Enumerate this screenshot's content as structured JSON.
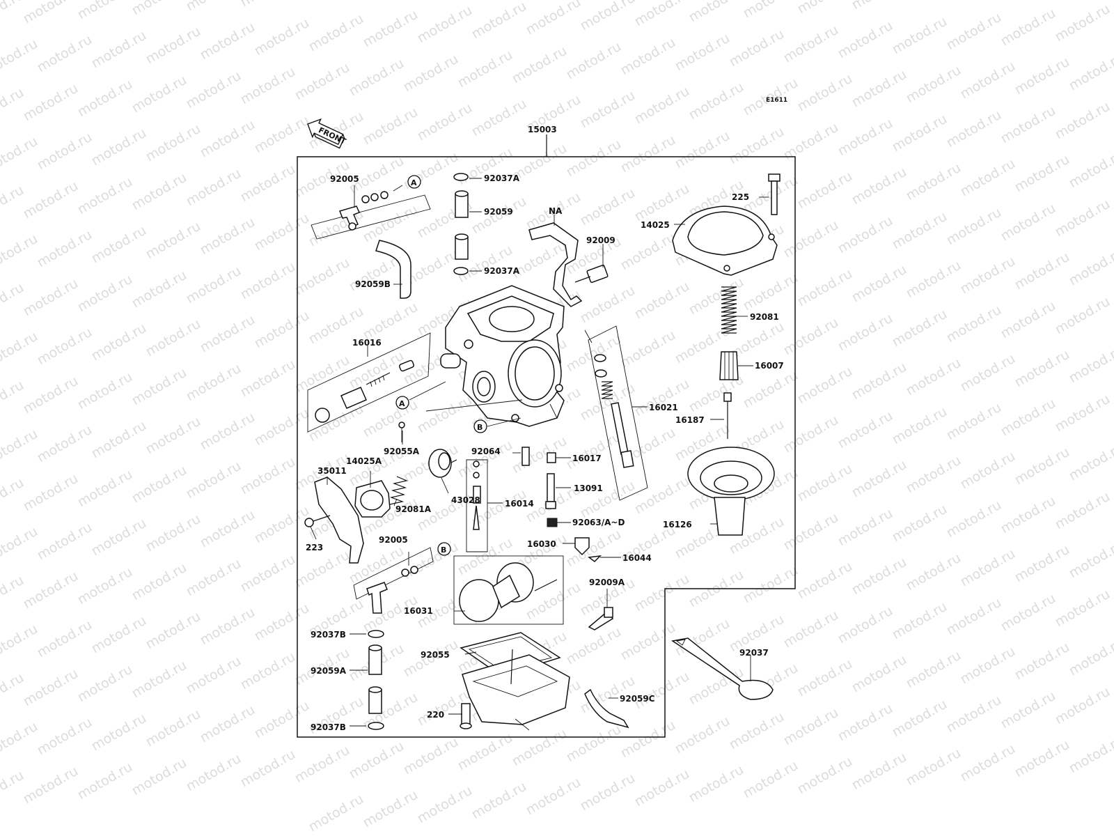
{
  "watermark": "motod.ru",
  "diagram_code": "E1611",
  "front_label": "FRONT",
  "assembly_label": "15003",
  "parts": {
    "p92005_top": "92005",
    "p92005_bot": "92005",
    "circle_a_top": "A",
    "circle_a_mid": "A",
    "circle_b_mid": "B",
    "circle_b_bot": "B",
    "p92037A_top": "92037A",
    "p92059": "92059",
    "p92037A_bot": "92037A",
    "pNA": "NA",
    "p92009": "92009",
    "p225": "225",
    "p14025": "14025",
    "p92059B": "92059B",
    "p92081": "92081",
    "p16016": "16016",
    "p16007": "16007",
    "p16021": "16021",
    "p16187": "16187",
    "p92055A": "92055A",
    "p92064": "92064",
    "p16017": "16017",
    "p14025A": "14025A",
    "p35011": "35011",
    "p13091": "13091",
    "p92081A": "92081A",
    "p43028": "43028",
    "p16014": "16014",
    "p92063": "92063/A~D",
    "p16126": "16126",
    "p223": "223",
    "p16030": "16030",
    "p16044": "16044",
    "p92009A": "92009A",
    "p16031": "16031",
    "p92037B_top": "92037B",
    "p92055": "92055",
    "p92037": "92037",
    "p92059A": "92059A",
    "p92059C": "92059C",
    "p220": "220",
    "p92037B_bot": "92037B"
  }
}
